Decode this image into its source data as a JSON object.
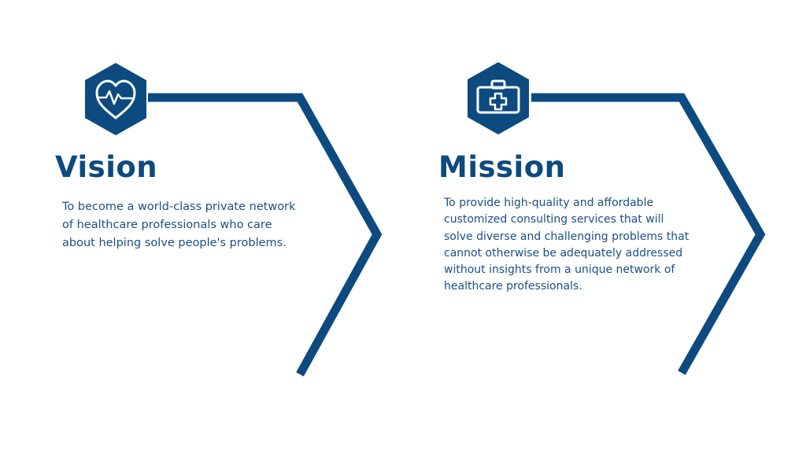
{
  "colors": {
    "navy": "#0c4a80",
    "text": "#1b4f85",
    "background": "#ffffff"
  },
  "vision": {
    "icon": "heart-pulse-icon",
    "title": "Vision",
    "body": "To become a world-class private network of healthcare professionals who care about helping solve people's problems."
  },
  "mission": {
    "icon": "medical-kit-icon",
    "title": "Mission",
    "body": "To provide high-quality and affordable customized consulting services that will solve diverse and challenging problems that cannot otherwise be adequately addressed without insights from a unique network of healthcare professionals."
  }
}
